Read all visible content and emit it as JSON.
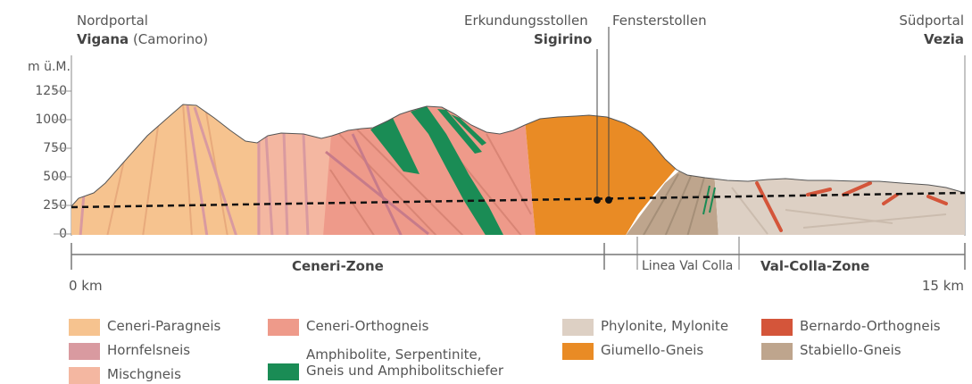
{
  "portals": {
    "north_caption": "Nordportal",
    "north_name": "Vigana",
    "north_place": "(Camorino)",
    "explor_caption": "Erkundungsstollen",
    "explor_name": "Sigirino",
    "window_caption": "Fensterstollen",
    "south_caption": "Südportal",
    "south_name": "Vezia"
  },
  "axis": {
    "unit": "m ü.M.",
    "ticks": [
      "1250",
      "1000",
      "750",
      "500",
      "250",
      "0"
    ]
  },
  "zones": {
    "ceneri": "Ceneri-Zone",
    "linea": "Linea Val Colla",
    "valcolla": "Val-Colla-Zone",
    "start_km": "0 km",
    "end_km": "15 km"
  },
  "legend": [
    {
      "label": "Ceneri-Paragneis",
      "color": "#f6c38f"
    },
    {
      "label": "Hornfelsneis",
      "color": "#d99aa0"
    },
    {
      "label": "Mischgneis",
      "color": "#f4b7a1"
    },
    {
      "label": "Ceneri-Orthogneis",
      "color": "#ee9a8a"
    },
    {
      "label": "Amphibolite, Serpentinite,",
      "label2": "Gneis und Amphibolitschiefer",
      "color": "#1a8c55"
    },
    {
      "label": "Phylonite, Mylonite",
      "color": "#ddd0c4"
    },
    {
      "label": "Giumello-Gneis",
      "color": "#e98b25"
    },
    {
      "label": "Bernardo-Orthogneis",
      "color": "#d4553a"
    },
    {
      "label": "Stabiello-Gneis",
      "color": "#bea58d"
    }
  ]
}
